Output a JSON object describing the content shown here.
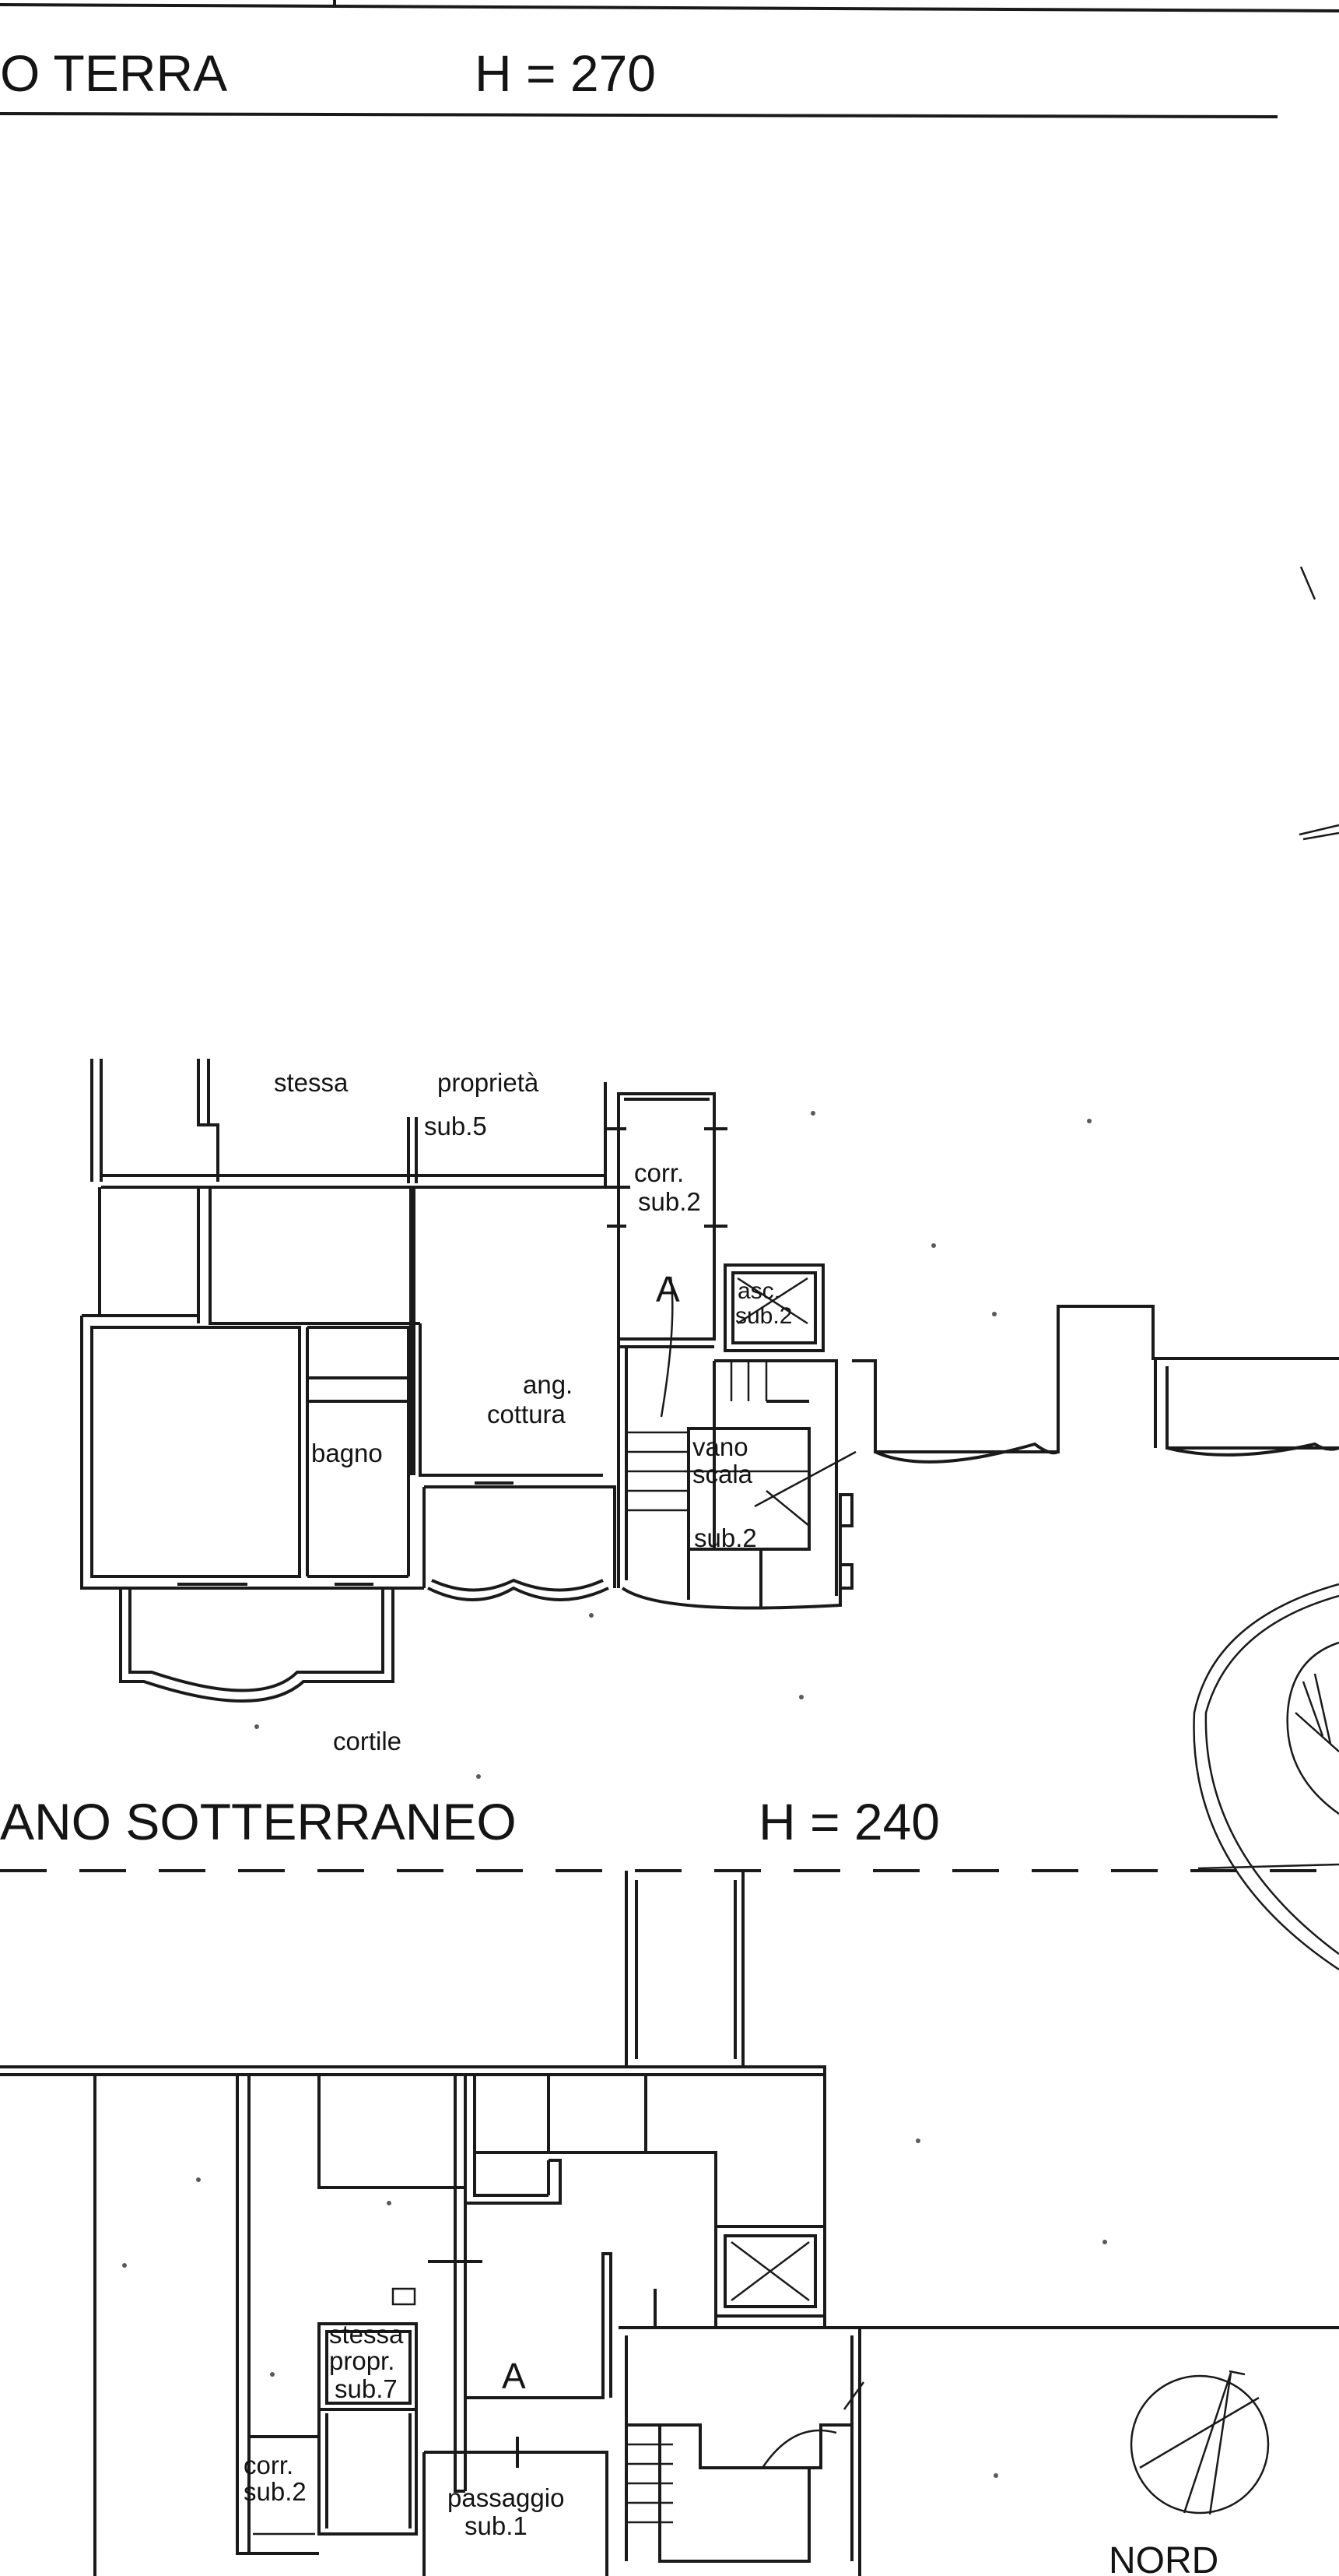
{
  "floors": {
    "ground": {
      "title": "O TERRA",
      "height": "H = 270"
    },
    "basement": {
      "title": "ANO SOTTERRANEO",
      "height": "H = 240"
    }
  },
  "ground_labels": {
    "stessa": "stessa",
    "proprieta": "proprietà",
    "sub5": "sub.5",
    "corr": "corr.",
    "corr_sub": "sub.2",
    "marker": "A",
    "asc": "asc.",
    "asc_sub": "sub.2",
    "ang": "ang.",
    "cottura": "cottura",
    "bagno": "bagno",
    "vano": "vano",
    "scala": "scala",
    "scala_sub": "sub.2",
    "cortile": "cortile"
  },
  "basement_labels": {
    "stessa": "stessa",
    "propr": "propr.",
    "sub7": "sub.7",
    "marker": "A",
    "corr": "corr.",
    "corr_sub": "sub.2",
    "passaggio": "passaggio",
    "passaggio_sub": "sub.1"
  },
  "compass": {
    "label": "NORD"
  }
}
